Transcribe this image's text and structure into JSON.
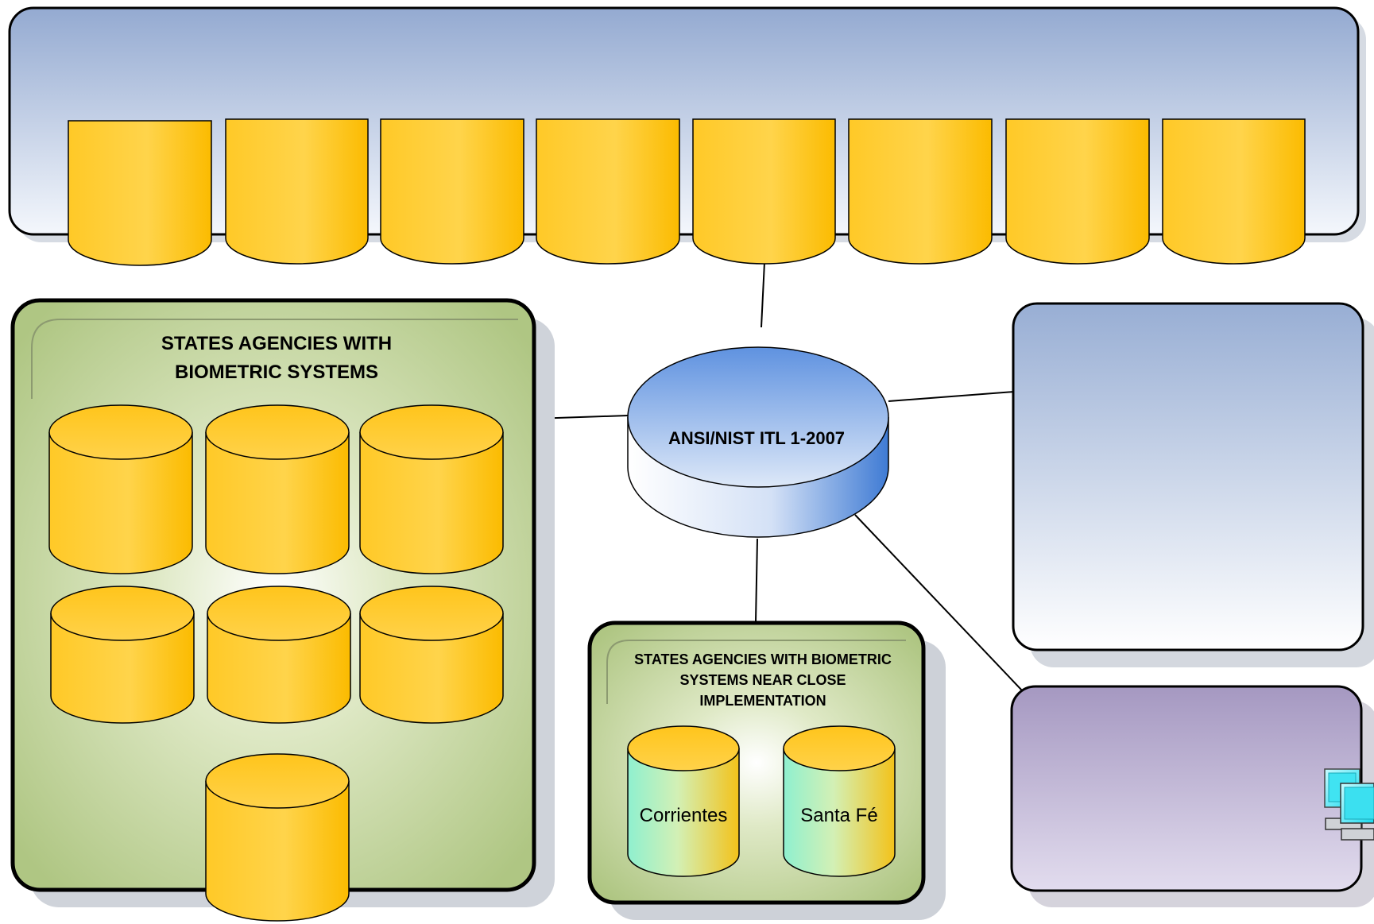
{
  "hub": {
    "label": "ANSI/NIST ITL 1-2007"
  },
  "states_panel": {
    "title_line1": "STATES AGENCIES WITH",
    "title_line2": "BIOMETRIC SYSTEMS"
  },
  "near_panel": {
    "title_line1": "STATES AGENCIES WITH BIOMETRIC",
    "title_line2": "SYSTEMS NEAR CLOSE",
    "title_line3": "IMPLEMENTATION",
    "db_left": "Corrientes",
    "db_right": "Santa Fé"
  },
  "colors": {
    "top_panel": "#9aaed3",
    "states_panel": "#b4c98a",
    "right_top_panel": "#9aaed3",
    "right_bottom_panel": "#a89cc2",
    "cylinder_gold": "#fcc00a",
    "hub_blue": "#5b8ed6",
    "computer_cyan": "#2ee6f2"
  }
}
